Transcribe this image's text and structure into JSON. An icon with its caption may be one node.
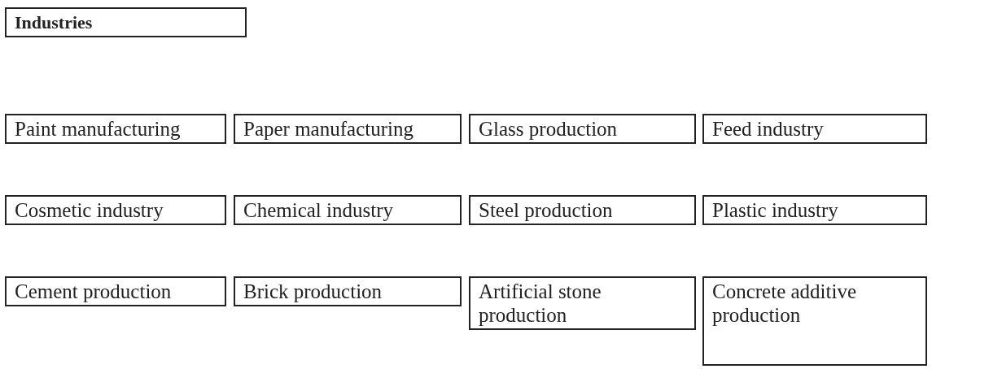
{
  "diagram": {
    "nodes": [
      {
        "text": [
          "Industries"
        ]
      },
      {
        "text": [
          "Paint manufacturing"
        ]
      },
      {
        "text": [
          "Paper manufacturing"
        ]
      },
      {
        "text": [
          "Glass production"
        ]
      },
      {
        "text": [
          "Feed industry"
        ]
      },
      {
        "text": [
          "Cosmetic industry"
        ]
      },
      {
        "text": [
          "Chemical industry"
        ]
      },
      {
        "text": [
          "Steel production"
        ]
      },
      {
        "text": [
          "Plastic industry"
        ]
      },
      {
        "text": [
          "Cement production"
        ]
      },
      {
        "text": [
          "Brick production"
        ]
      },
      {
        "text": [
          "Artificial stone production"
        ]
      },
      {
        "text": [
          "Concrete additive production"
        ]
      }
    ],
    "edges": []
  }
}
